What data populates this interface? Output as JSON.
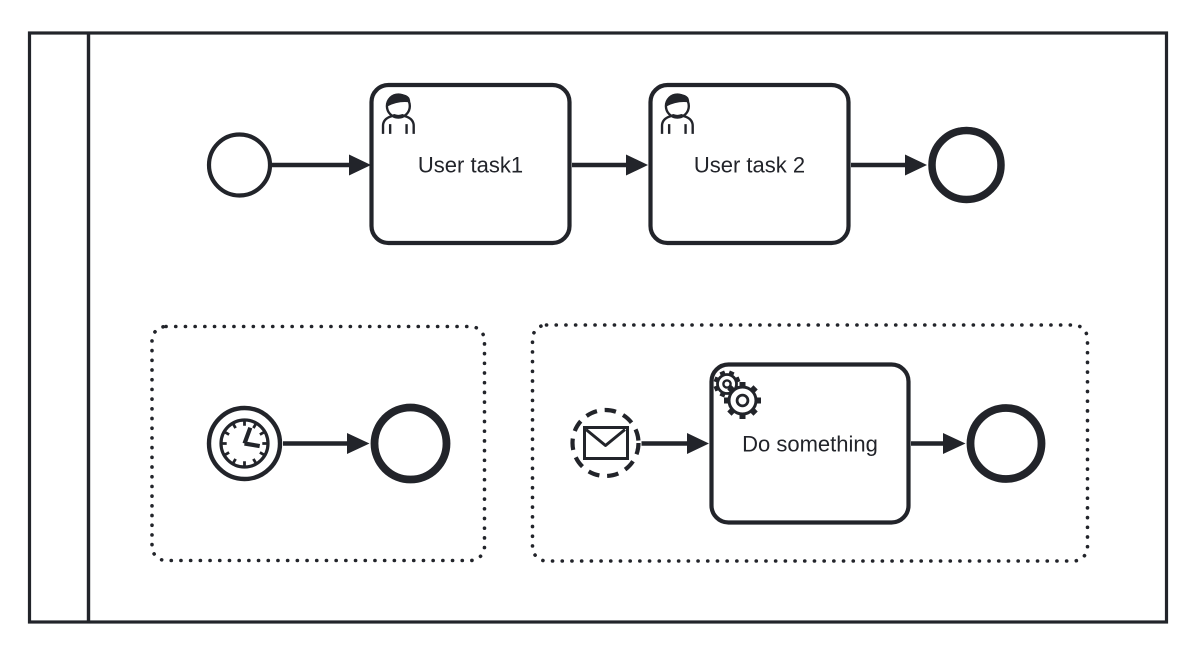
{
  "page": {
    "title": "BPMN process diagram",
    "background": "#ffffff"
  },
  "colors": {
    "stroke": "#22242a",
    "shape_fill": "#ffffff"
  },
  "pool": {
    "type": "participant-pool",
    "label": ""
  },
  "main_flow": {
    "start_event": {
      "type": "start-event",
      "label": ""
    },
    "user_task_1": {
      "type": "user-task",
      "icon": "user-icon",
      "label": "User task1"
    },
    "user_task_2": {
      "type": "user-task",
      "icon": "user-icon",
      "label": "User task 2"
    },
    "end_event": {
      "type": "end-event",
      "label": ""
    }
  },
  "event_subprocess_timer": {
    "type": "event-subprocess",
    "border_style": "dotted",
    "timer_start_event": {
      "type": "timer-start-event",
      "icon": "clock-icon",
      "label": ""
    },
    "end_event": {
      "type": "end-event",
      "label": ""
    }
  },
  "event_subprocess_message": {
    "type": "event-subprocess",
    "border_style": "dotted",
    "message_start_event": {
      "type": "message-start-event-non-interrupting",
      "icon": "envelope-icon",
      "label": ""
    },
    "service_task": {
      "type": "service-task",
      "icon": "gears-icon",
      "label": "Do something"
    },
    "end_event": {
      "type": "end-event",
      "label": ""
    }
  }
}
